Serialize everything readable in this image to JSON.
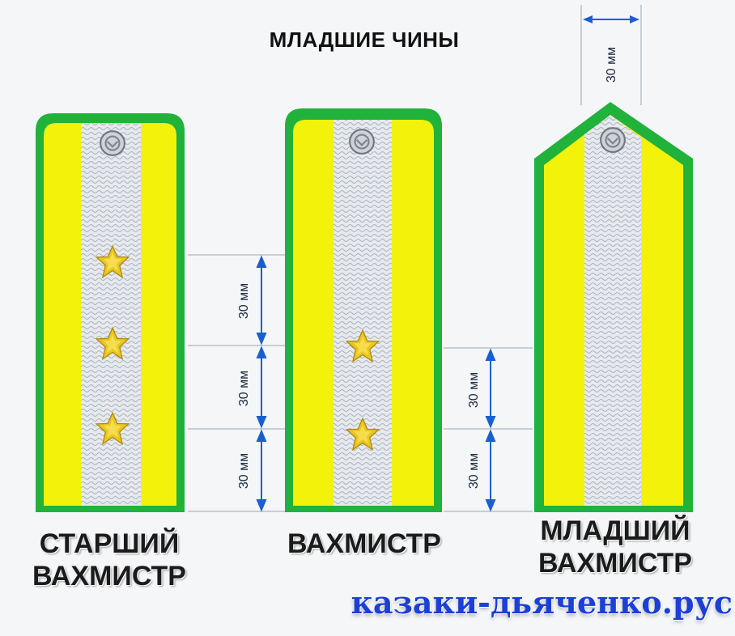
{
  "title": "МЛАДШИЕ ЧИНЫ",
  "dimension_label": "30 мм",
  "ranks": {
    "starshiy": [
      "СТАРШИЙ",
      "ВАХМИСТР"
    ],
    "vakhmistr": [
      "ВАХМИСТР"
    ],
    "mladshiy": [
      "МЛАДШИЙ",
      "ВАХМИСТР"
    ]
  },
  "watermark": "казаки-дьяченко.рус",
  "colors": {
    "edging": "#20b23a",
    "field": "#f2f20a",
    "galloon": "#dfe3e8",
    "star": "#e9c720",
    "dimension_line": "#1a5fd0"
  },
  "stars": {
    "starshiy": 3,
    "vakhmistr": 2,
    "mladshiy": 0
  }
}
